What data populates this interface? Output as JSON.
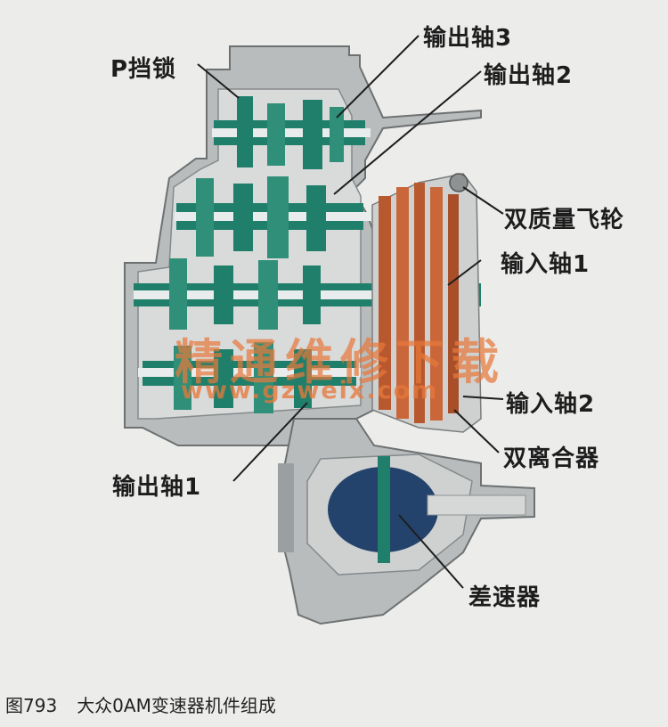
{
  "labels": {
    "p_lock": "P挡锁",
    "output_shaft_3": "输出轴3",
    "output_shaft_2": "输出轴2",
    "dual_mass_flywheel": "双质量飞轮",
    "input_shaft_1": "输入轴1",
    "input_shaft_2": "输入轴2",
    "dual_clutch": "双离合器",
    "output_shaft_1": "输出轴1",
    "differential": "差速器"
  },
  "watermark": {
    "text": "精通维修下载",
    "url": "www.gzweix.com"
  },
  "caption": {
    "figure_no": "图793",
    "title": "大众0AM变速器机件组成"
  },
  "colors": {
    "housing": "#b9bcbd",
    "housing_dark": "#8e9293",
    "shaft_green": "#1f7f6a",
    "shaft_light": "#e9ecec",
    "clutch_orange": "#b8582e",
    "differential_blue": "#24436c",
    "watermark": "#e6783c"
  }
}
